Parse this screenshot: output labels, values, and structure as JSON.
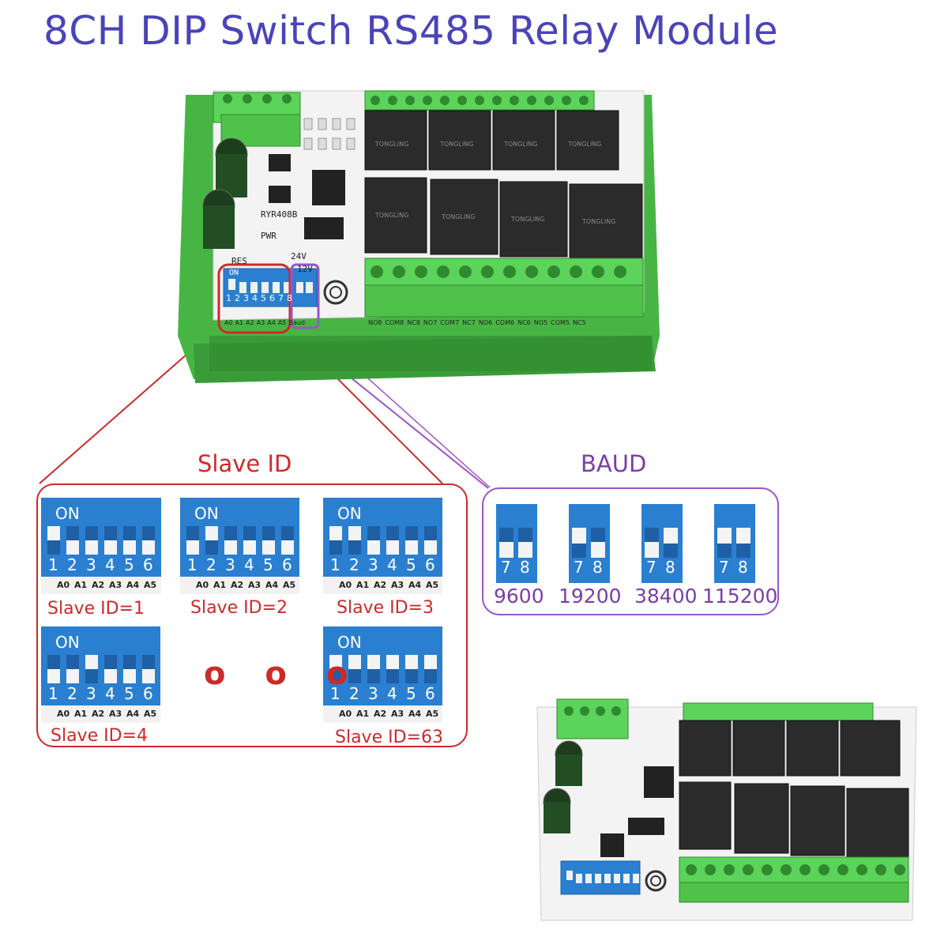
{
  "title": "8CH DIP Switch RS485 Relay Module",
  "board": {
    "model": "RYR408B",
    "pwr_label": "PWR",
    "res_label": "RES",
    "v24_label": "24V",
    "v12_label": "12V",
    "dip_on_label": "ON",
    "dip_numbers": [
      "1",
      "2",
      "3",
      "4",
      "5",
      "6",
      "7",
      "8"
    ],
    "addr_labels": [
      "A0",
      "A1",
      "A2",
      "A3",
      "A4",
      "A5"
    ],
    "baud_label": "Baud",
    "terminal_labels": [
      "NO8",
      "COM8",
      "NC8",
      "NO7",
      "COM7",
      "NC7",
      "NO6",
      "COM6",
      "NC6",
      "NO5",
      "COM5",
      "NC5"
    ],
    "colors": {
      "pcb": "#f2f2f2",
      "din": "#4fc24a",
      "relay": "#2a2a2a",
      "terminal": "#5cd35a",
      "dip": "#2a7fd0"
    }
  },
  "slave_id": {
    "title": "Slave ID",
    "color": "#cc2a2a",
    "examples": [
      {
        "caption": "Slave ID=1",
        "on_label": "ON",
        "numbers": [
          "1",
          "2",
          "3",
          "4",
          "5",
          "6"
        ],
        "addr": [
          "A0",
          "A1",
          "A2",
          "A3",
          "A4",
          "A5"
        ],
        "bits": [
          1,
          0,
          0,
          0,
          0,
          0
        ]
      },
      {
        "caption": "Slave ID=2",
        "on_label": "ON",
        "numbers": [
          "1",
          "2",
          "3",
          "4",
          "5",
          "6"
        ],
        "addr": [
          "A0",
          "A1",
          "A2",
          "A3",
          "A4",
          "A5"
        ],
        "bits": [
          0,
          1,
          0,
          0,
          0,
          0
        ]
      },
      {
        "caption": "Slave ID=3",
        "on_label": "ON",
        "numbers": [
          "1",
          "2",
          "3",
          "4",
          "5",
          "6"
        ],
        "addr": [
          "A0",
          "A1",
          "A2",
          "A3",
          "A4",
          "A5"
        ],
        "bits": [
          1,
          1,
          0,
          0,
          0,
          0
        ]
      },
      {
        "caption": "Slave ID=4",
        "on_label": "ON",
        "numbers": [
          "1",
          "2",
          "3",
          "4",
          "5",
          "6"
        ],
        "addr": [
          "A0",
          "A1",
          "A2",
          "A3",
          "A4",
          "A5"
        ],
        "bits": [
          0,
          0,
          1,
          0,
          0,
          0
        ]
      },
      {
        "caption": "Slave ID=63",
        "on_label": "ON",
        "numbers": [
          "1",
          "2",
          "3",
          "4",
          "5",
          "6"
        ],
        "addr": [
          "A0",
          "A1",
          "A2",
          "A3",
          "A4",
          "A5"
        ],
        "bits": [
          1,
          1,
          1,
          1,
          1,
          1
        ]
      }
    ],
    "ellipsis": "o o o"
  },
  "baud": {
    "title": "BAUD",
    "color": "#7a3ea8",
    "options": [
      {
        "caption": "9600",
        "numbers": [
          "7",
          "8"
        ],
        "bits": [
          0,
          0
        ]
      },
      {
        "caption": "19200",
        "numbers": [
          "7",
          "8"
        ],
        "bits": [
          1,
          0
        ]
      },
      {
        "caption": "38400",
        "numbers": [
          "7",
          "8"
        ],
        "bits": [
          0,
          1
        ]
      },
      {
        "caption": "115200",
        "numbers": [
          "7",
          "8"
        ],
        "bits": [
          1,
          1
        ]
      }
    ]
  }
}
